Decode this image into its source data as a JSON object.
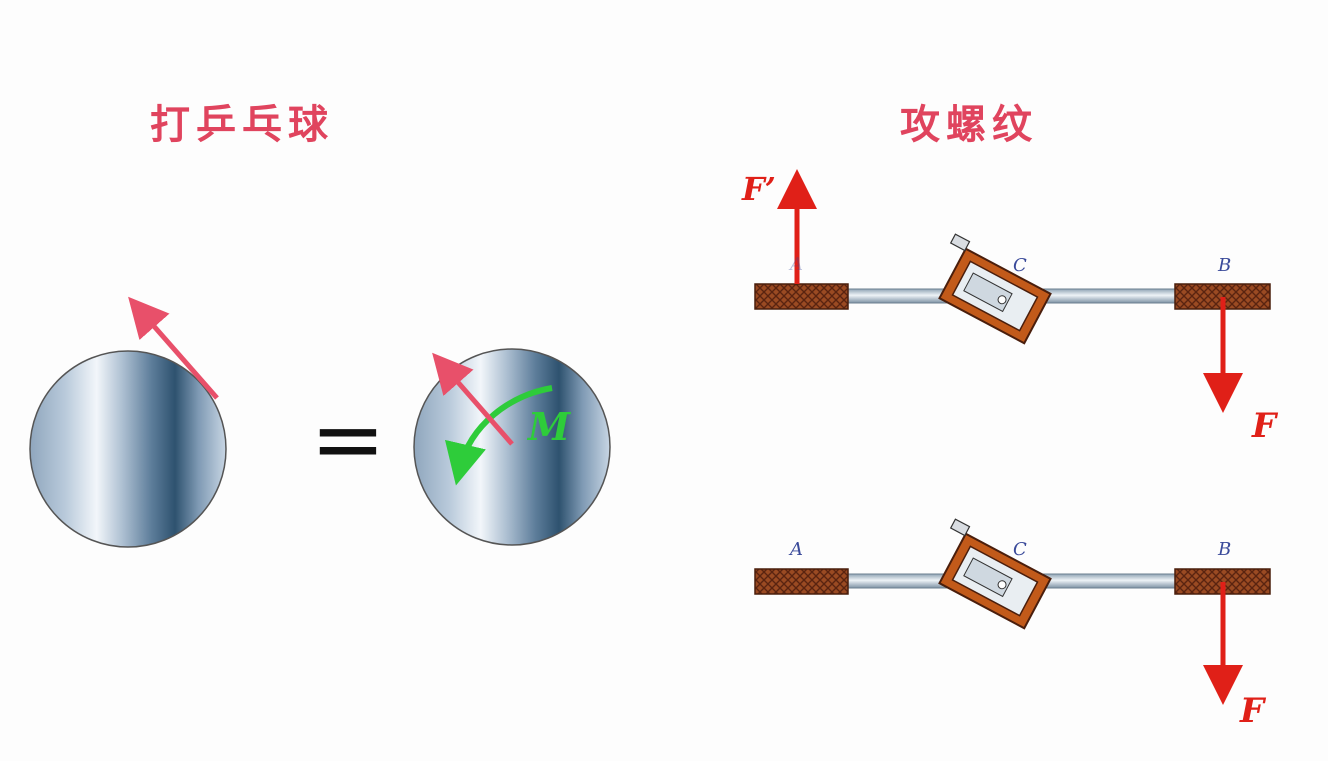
{
  "titles": {
    "left": "打乒乓球",
    "right": "攻螺纹"
  },
  "ping_pong": {
    "equals_sign": "=",
    "moment_label": "M"
  },
  "tapping": {
    "top": {
      "force_up_label": "F’",
      "point_a_label": "A",
      "point_c_label": "C",
      "point_b_label": "B",
      "force_down_label": "F"
    },
    "bottom": {
      "point_a_label": "A",
      "point_c_label": "C",
      "point_b_label": "B",
      "force_down_label": "F"
    }
  },
  "colors": {
    "title": "#e0445e",
    "force_arrow": "#e02018",
    "ball_arrow": "#e8506a",
    "moment_arrow": "#2ecc3a",
    "handle": "#8b3a1a"
  }
}
